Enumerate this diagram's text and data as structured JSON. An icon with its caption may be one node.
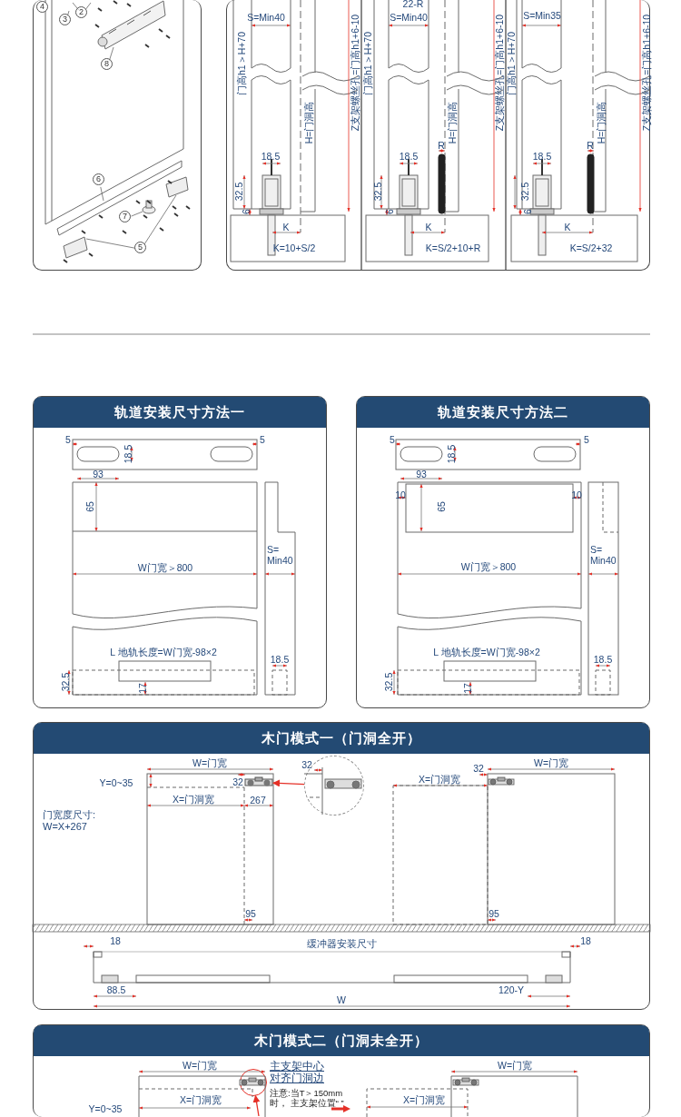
{
  "diagram": {
    "nodes": [
      {
        "text": [],
        "shape": "box"
      },
      {
        "text": [],
        "shape": "picture",
        "in": 0
      },
      {
        "text": [
          "4"
        ],
        "in": 1
      },
      {
        "text": [
          "2"
        ],
        "in": 1
      },
      {
        "text": [
          "3"
        ],
        "in": 1
      },
      {
        "text": [
          "8"
        ],
        "in": 1
      },
      {
        "text": [
          "6"
        ],
        "in": 1
      },
      {
        "text": [
          "7"
        ],
        "in": 1
      },
      {
        "text": [
          "5"
        ],
        "in": 1
      },
      {
        "text": [],
        "shape": "box"
      },
      {
        "text": [
          "轨道安装尺寸方法一"
        ]
      },
      {
        "text": [
          "轨道安装尺寸方法二"
        ]
      },
      {
        "text": [
          "木门模式一（门洞全开）"
        ]
      },
      {
        "text": [],
        "shape": "picture",
        "in": 12
      },
      {
        "text": [],
        "shape": "circle",
        "in": 12
      },
      {
        "text": [
          "木门模式二（门洞未全开）"
        ]
      },
      {
        "text": [],
        "shape": "circle",
        "in": 15,
        "beside": [
          "主支架中心对齐门洞边"
        ]
      }
    ],
    "edges": [
      {
        "from": 3,
        "to": 1,
        "arrow": "none"
      },
      {
        "from": 3,
        "to": 1,
        "arrow": "none"
      },
      {
        "from": 4,
        "to": 1,
        "arrow": "none"
      },
      {
        "from": 5,
        "to": 1,
        "arrow": "none"
      },
      {
        "from": 6,
        "to": 1,
        "arrow": "none"
      },
      {
        "from": 7,
        "to": 1,
        "arrow": "none"
      },
      {
        "from": 8,
        "to": 1,
        "arrow": "none"
      },
      {
        "from": 8,
        "to": 1,
        "arrow": "none"
      },
      {
        "from": 14,
        "to": 13,
        "arrow": "to",
        "color": "#e53027"
      },
      {
        "from": null,
        "to": 16,
        "arrow": "to",
        "color": "#e53027"
      }
    ],
    "labels": [
      "S=Min40",
      "门高h1＞H+70",
      "H=门洞高",
      "Z支架螺丝孔=门高h1+6-10",
      "18.5",
      "32.5",
      "6",
      "K",
      "K=10+S/2",
      "22-R",
      "S=Min40",
      "门高h1＞H+70",
      "H=门洞高",
      "R",
      "18.5",
      "32.5",
      "6",
      "K",
      "K=S/2+10+R",
      "Z支架螺丝孔=门高h1+6-10",
      "S=Min35",
      "门高h1＞H+70",
      "H=门洞高",
      "R",
      "18.5",
      "32.5",
      "6",
      "K",
      "K=S/2+32",
      "Z支架螺丝孔=门高h1+6-10",
      "5",
      "5",
      "18.5",
      "93",
      "65",
      "W门宽＞800",
      "S= Min40",
      "L 地轨长度=W门宽-98×2",
      "18.5",
      "32.5",
      "17",
      "5",
      "5",
      "18.5",
      "93",
      "10",
      "10",
      "65",
      "W门宽＞800",
      "S= Min40",
      "L 地轨长度=W门宽-98×2",
      "18.5",
      "32.5",
      "17",
      "W=门宽",
      "32",
      "Y=0~35",
      "32",
      "X=门洞宽",
      "267",
      "门宽度尺寸: W=X+267",
      "32",
      "W=门宽",
      "X=门洞宽",
      "95",
      "95",
      "18",
      "缓冲器安装尺寸",
      "18",
      "88.5",
      "120-Y",
      "W",
      "W=门宽",
      "X=门洞宽",
      "注意:当T＞150mm时， 主支架位置“ ”",
      "Y=0~35",
      "W=门宽",
      "X=门洞宽"
    ]
  }
}
